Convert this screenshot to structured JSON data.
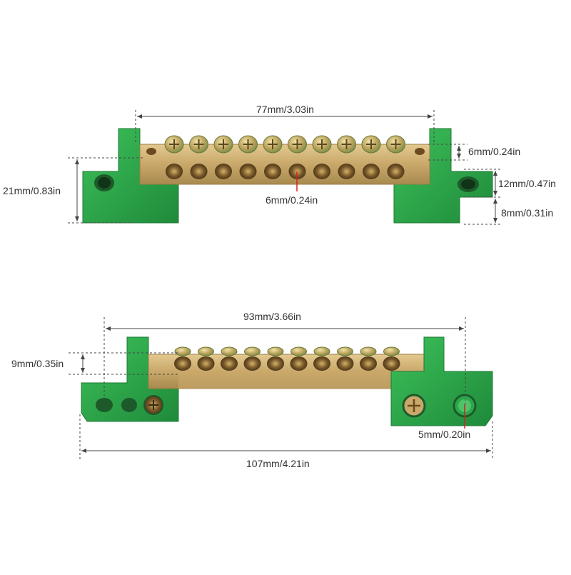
{
  "product": {
    "colors": {
      "brass": "#c9a86a",
      "brass_dark": "#9b7b44",
      "green": "#2aa84a",
      "green_dark": "#1d7a35",
      "dimension_line": "#444444",
      "pointer": "#d62020"
    },
    "screw_count": 10
  },
  "top_view": {
    "overall_width": "77mm/3.03in",
    "total_height": "21mm/0.83in",
    "screw_head": "6mm/0.24in",
    "hole": "6mm/0.24in",
    "bar_height": "12mm/0.47in",
    "base_height": "8mm/0.31in"
  },
  "front_view": {
    "inner_width": "93mm/3.66in",
    "screw_height": "9mm/0.35in",
    "mount_hole": "5mm/0.20in",
    "overall_length": "107mm/4.21in"
  }
}
